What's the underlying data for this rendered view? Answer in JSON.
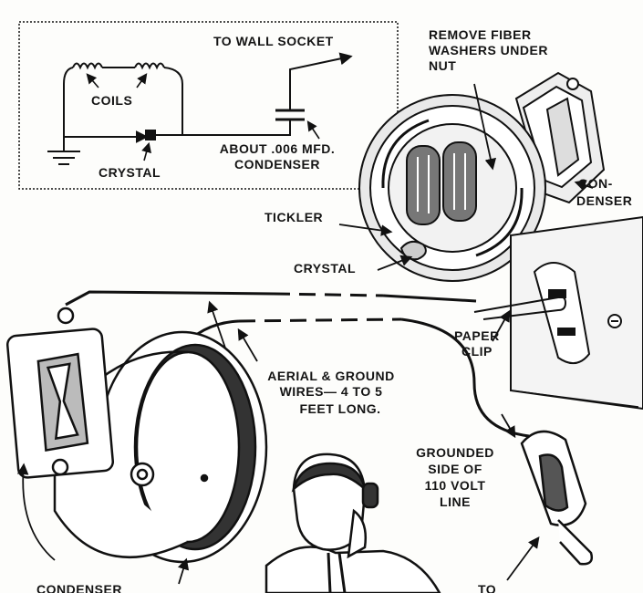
{
  "schematic": {
    "to_wall_socket": "TO WALL SOCKET",
    "coils": "COILS",
    "crystal": "CRYSTAL",
    "condenser_line1": "ABOUT .006 MFD.",
    "condenser_line2": "CONDENSER"
  },
  "labels": {
    "remove_washers_l1": "REMOVE FIBER",
    "remove_washers_l2": "WASHERS UNDER",
    "remove_washers_l3": "NUT",
    "tickler": "TICKLER",
    "crystal": "CRYSTAL",
    "condenser_right_l1": "CON-",
    "condenser_right_l2": "DENSER",
    "paper_clip_l1": "PAPER",
    "paper_clip_l2": "CLIP",
    "wires_l1": "AERIAL & GROUND",
    "wires_l2": "WIRES— 4 TO 5",
    "wires_l3": "FEET LONG.",
    "grounded_l1": "GROUNDED",
    "grounded_l2": "SIDE OF",
    "grounded_l3": "110 VOLT",
    "grounded_l4": "LINE",
    "condenser_bottom": "CONDENSER",
    "to_bottom": "TO"
  }
}
